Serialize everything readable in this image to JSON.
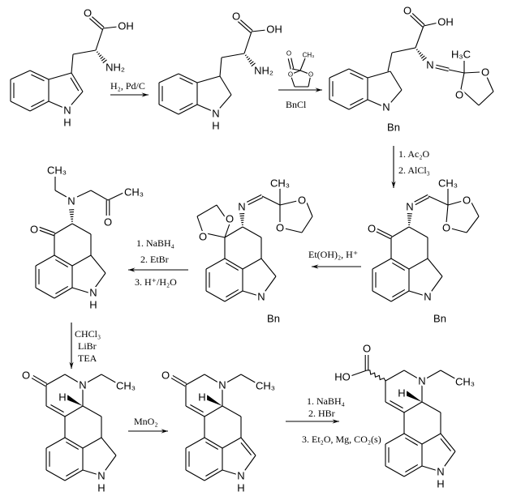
{
  "atoms": {
    "O": "O",
    "OH": "OH",
    "HO": "HO",
    "NH2": "NH₂",
    "N": "N",
    "H": "H",
    "Bn": "Bn",
    "CH3": "CH₃",
    "H3C": "H₃C"
  },
  "reagents": {
    "step1": "H₂, Pd/C",
    "step2_below": "BnCl",
    "step2_reagent_atoms": {
      "O": "O",
      "CH3": "CH₃"
    },
    "step3": [
      "1. Ac₂O",
      "2. AlCl₃"
    ],
    "step4": "Et(OH)₂, H⁺",
    "step5": [
      "1. NaBH₄",
      "2. EtBr",
      "3. H⁺/H₂O"
    ],
    "step6": [
      "CHCl₃",
      "LiBr",
      "TEA"
    ],
    "step7": "MnO₂",
    "step8": [
      "1. NaBH₄",
      "2. HBr",
      "3. Et₂O, Mg, CO₂(s)"
    ]
  }
}
